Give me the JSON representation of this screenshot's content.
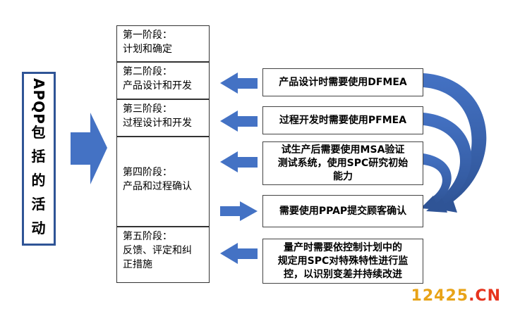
{
  "apqp_label": [
    "APQP",
    "包",
    "括",
    "的",
    "活",
    "动"
  ],
  "stages": [
    {
      "title": "第一阶段：",
      "desc": [
        "计划和确定"
      ]
    },
    {
      "title": "第二阶段：",
      "desc": [
        "产品设计和开发"
      ]
    },
    {
      "title": "第三阶段：",
      "desc": [
        "过程设计和开发"
      ]
    },
    {
      "title": "第四阶段：",
      "desc": [
        "产品和过程确认"
      ]
    },
    {
      "title": "第五阶段：",
      "desc": [
        "反馈、评定和纠",
        "正措施"
      ]
    }
  ],
  "notes": [
    {
      "lines": [
        "产品设计时需要使用DFMEA"
      ]
    },
    {
      "lines": [
        "过程开发时需要使用PFMEA"
      ]
    },
    {
      "lines": [
        "试生产后需要使用MSA验证",
        "测试系统，使用SPC研究初始",
        "能力"
      ]
    },
    {
      "lines": [
        "需要使用PPAP提交顾客确认"
      ]
    },
    {
      "lines": [
        "量产时需要依控制计划中的",
        "规定用SPC对特殊特性进行监",
        "控，以识别变差并持续改进"
      ]
    }
  ],
  "watermark": {
    "number": "12425",
    "suffix": ".CN"
  },
  "colors": {
    "arrow": "#4472c4",
    "arrow_dark": "#2f5496",
    "box_border": "#2f5496"
  }
}
